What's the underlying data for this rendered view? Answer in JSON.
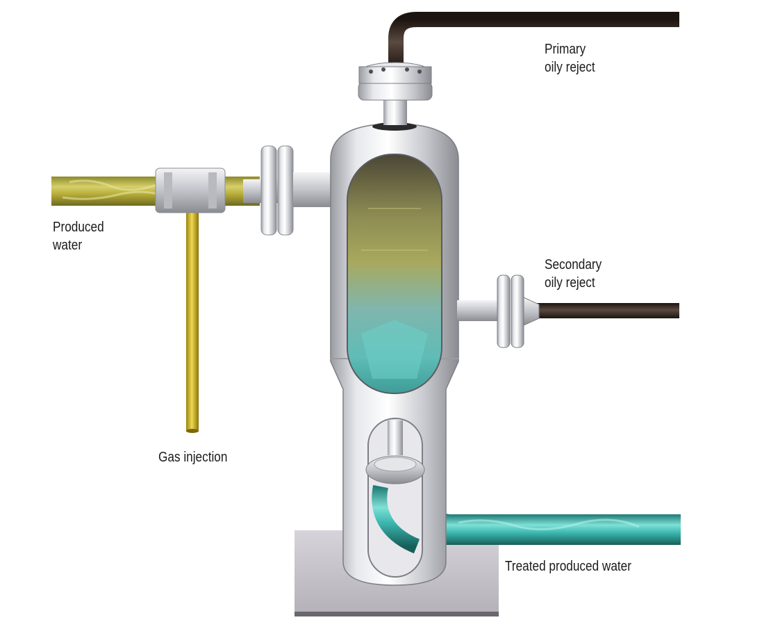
{
  "labels": {
    "primary_oily_reject": [
      "Primary",
      "oily reject"
    ],
    "secondary_oily_reject": [
      "Secondary",
      "oily reject"
    ],
    "produced_water": [
      "Produced",
      "water"
    ],
    "gas_injection": "Gas injection",
    "treated_produced_water": "Treated produced water"
  },
  "colors": {
    "background": "#ffffff",
    "reject_pipe": "#3a2c24",
    "produced_water_pipe": "#b8ad3a",
    "gas_pipe": "#c8b020",
    "treated_water_pipe": "#3cb8b0",
    "vessel_steel": "#d8dade",
    "base_plate": "#c8c6cc"
  },
  "icons": [
    "separator-vessel",
    "flange",
    "pipe"
  ]
}
